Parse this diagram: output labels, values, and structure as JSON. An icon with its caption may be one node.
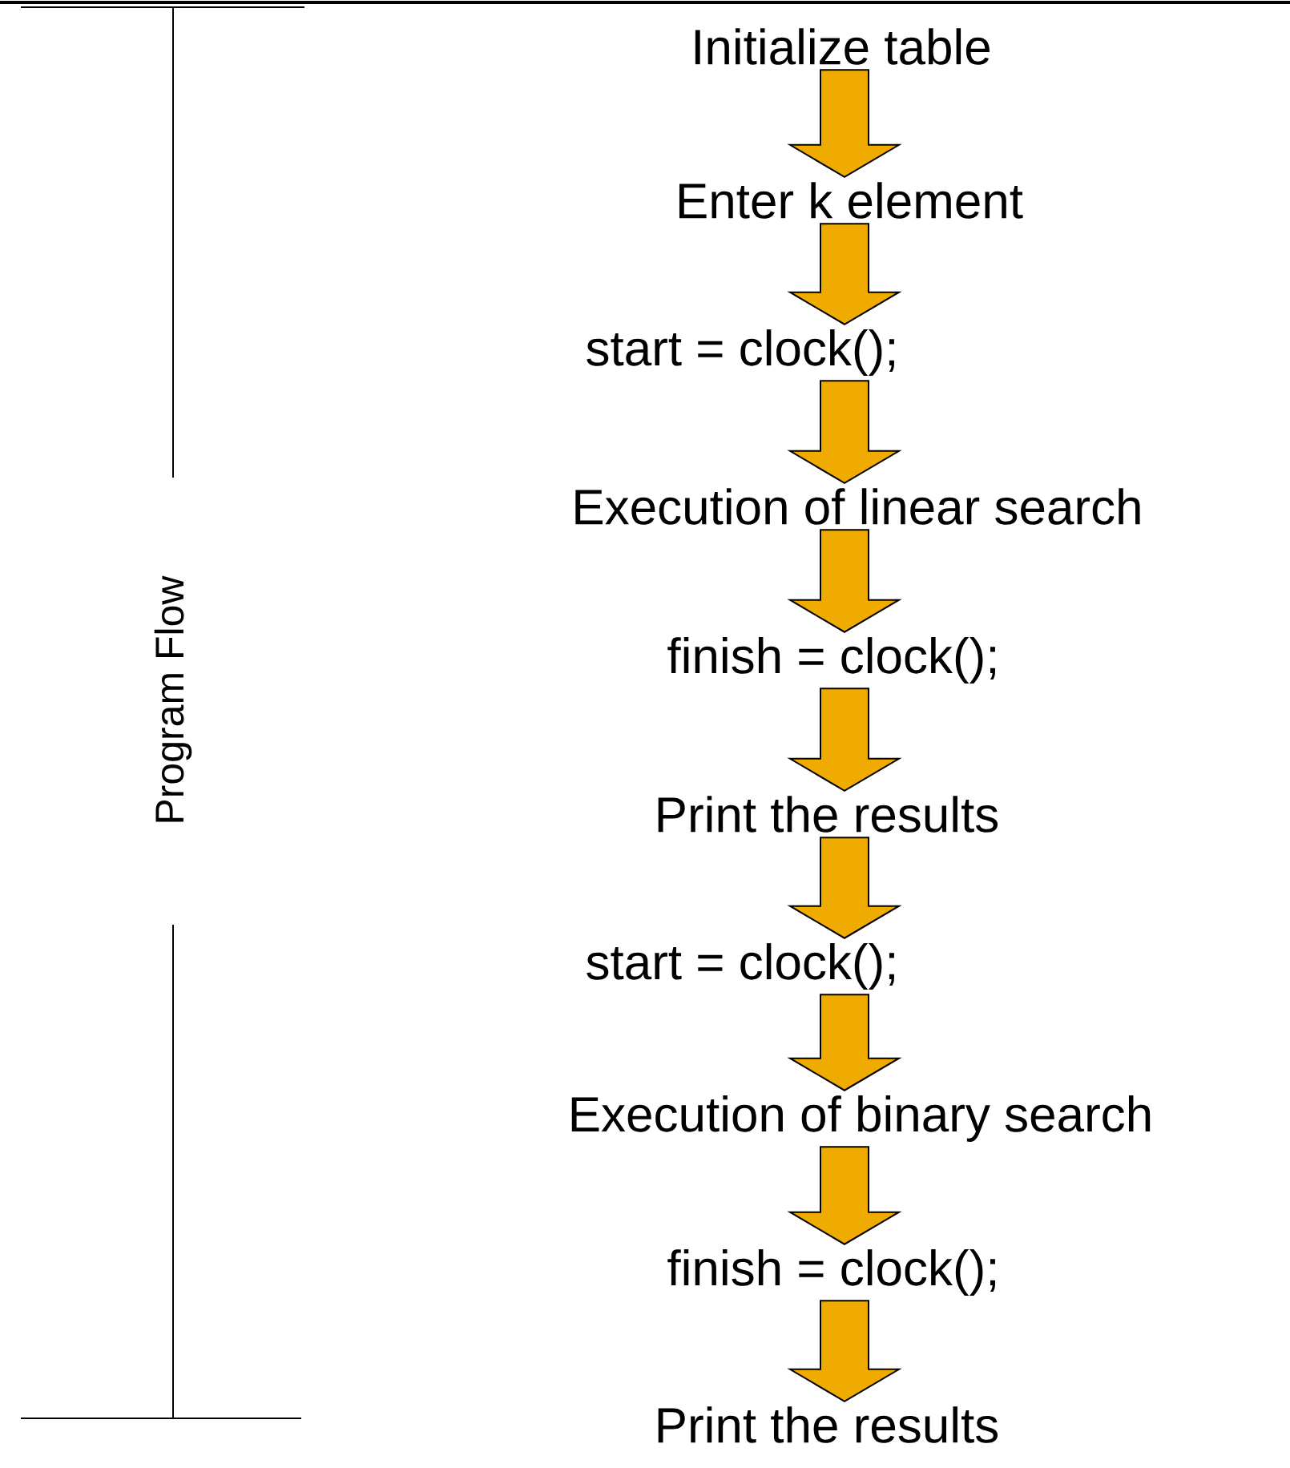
{
  "diagram": {
    "nodes": [
      {
        "text": [
          "Initialize table"
        ]
      },
      {
        "text": [
          "Enter k element"
        ]
      },
      {
        "text": [
          "start = clock();"
        ]
      },
      {
        "text": [
          "Execution of linear search"
        ]
      },
      {
        "text": [
          "finish = clock();"
        ]
      },
      {
        "text": [
          "Print the results"
        ]
      },
      {
        "text": [
          "start = clock();"
        ]
      },
      {
        "text": [
          "Execution of binary search"
        ]
      },
      {
        "text": [
          "finish = clock();"
        ]
      },
      {
        "text": [
          "Print the results"
        ]
      }
    ],
    "edges": [
      {
        "from": 0,
        "to": 1,
        "arrow": "to"
      },
      {
        "from": 1,
        "to": 2,
        "arrow": "to"
      },
      {
        "from": 2,
        "to": 3,
        "arrow": "to"
      },
      {
        "from": 3,
        "to": 4,
        "arrow": "to"
      },
      {
        "from": 4,
        "to": 5,
        "arrow": "to"
      },
      {
        "from": 5,
        "to": 6,
        "arrow": "to"
      },
      {
        "from": 6,
        "to": 7,
        "arrow": "to"
      },
      {
        "from": 7,
        "to": 8,
        "arrow": "to"
      },
      {
        "from": 8,
        "to": 9,
        "arrow": "to"
      }
    ],
    "labels": [
      "Program Flow"
    ]
  }
}
